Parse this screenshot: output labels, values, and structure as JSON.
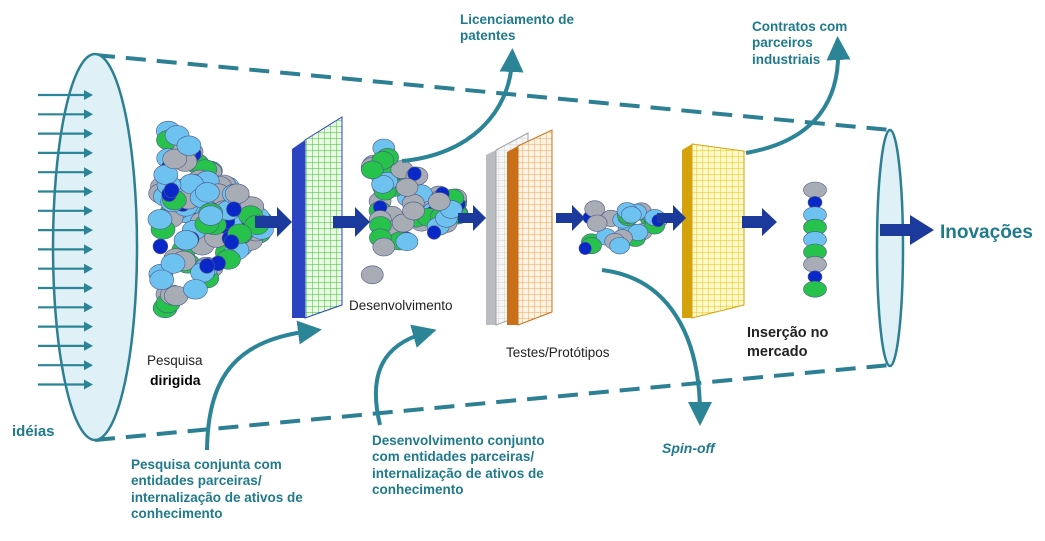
{
  "colors": {
    "teal_arrow": "#2c8597",
    "navy_arrow": "#1b3a9c",
    "funnel_fill": "#dff1f7",
    "funnel_dash": "#2d7f93",
    "label_teal": "#1f7a8c",
    "label_dark": "#222222",
    "bead_blue": "#0a28c8",
    "bead_green": "#27c24c",
    "bead_grey": "#a8acb4",
    "bead_lightblue": "#6dc2f0",
    "filter1_frame": "#2b44c2",
    "filter1_grid": "#3bbf3b",
    "filter2_frame": "#b9bcc0",
    "filter3_frame": "#c96f1a",
    "filter3_grid": "#f0a350",
    "filter4_frame": "#d4a20a",
    "filter4_grid": "#f3d21a"
  },
  "labels": {
    "ideias": "idéias",
    "inovacoes": "Inovações",
    "pesquisa": "Pesquisa",
    "dirigida": "dirigida",
    "desenvolvimento": "Desenvolvimento",
    "testes_prototipos": "Testes/Protótipos",
    "insercao_mercado": "Inserção no\nmercado",
    "licenciamento": "Licenciamento de\npatentes",
    "contratos": "Contratos com\nparceiros\nindustriais",
    "spin_off": "Spin-off",
    "pesquisa_conjunta": "Pesquisa conjunta com\nentidades parceiras/\ninternalização de ativos de\nconhecimento",
    "desenvolvimento_conjunto": "Desenvolvimento conjunto\ncom entidades parceiras/\ninternalização de ativos de\nconhecimento"
  },
  "icons": {
    "idea_arrows": "arrow-right-icon",
    "process_arrows": "block-arrow-right-icon",
    "branch_arrows": "curved-arrow-icon"
  }
}
